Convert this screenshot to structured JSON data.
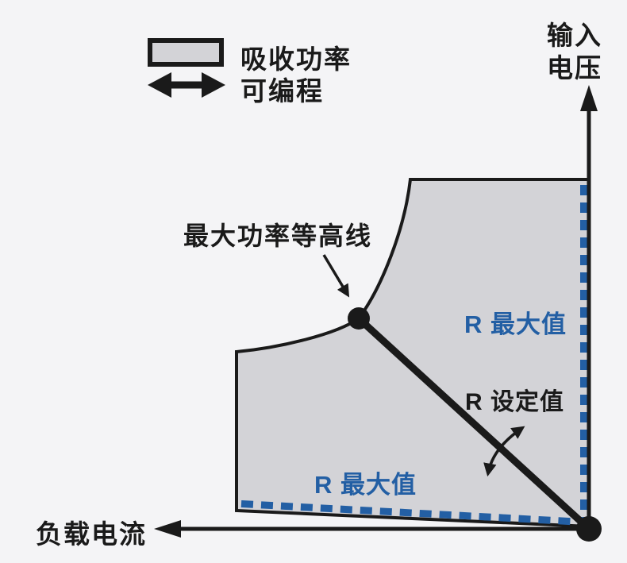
{
  "title": "absorbed-power-operating-region-diagram",
  "colors": {
    "background": "#f4f4f6",
    "region_fill": "#d3d3d7",
    "ink": "#1a1a1a",
    "blue": "#235fa4"
  },
  "legend": {
    "power_label": "吸收功率",
    "programmable_label": "可编程"
  },
  "axes": {
    "y_axis_label_line1": "输入",
    "y_axis_label_line2": "电压",
    "x_axis_label": "负载电流"
  },
  "annotations": {
    "max_power_contour_label": "最大功率等高线",
    "r_max_right_label": "R 最大值",
    "r_set_label": "R 设定值",
    "r_max_bottom_label": "R 最大值"
  }
}
